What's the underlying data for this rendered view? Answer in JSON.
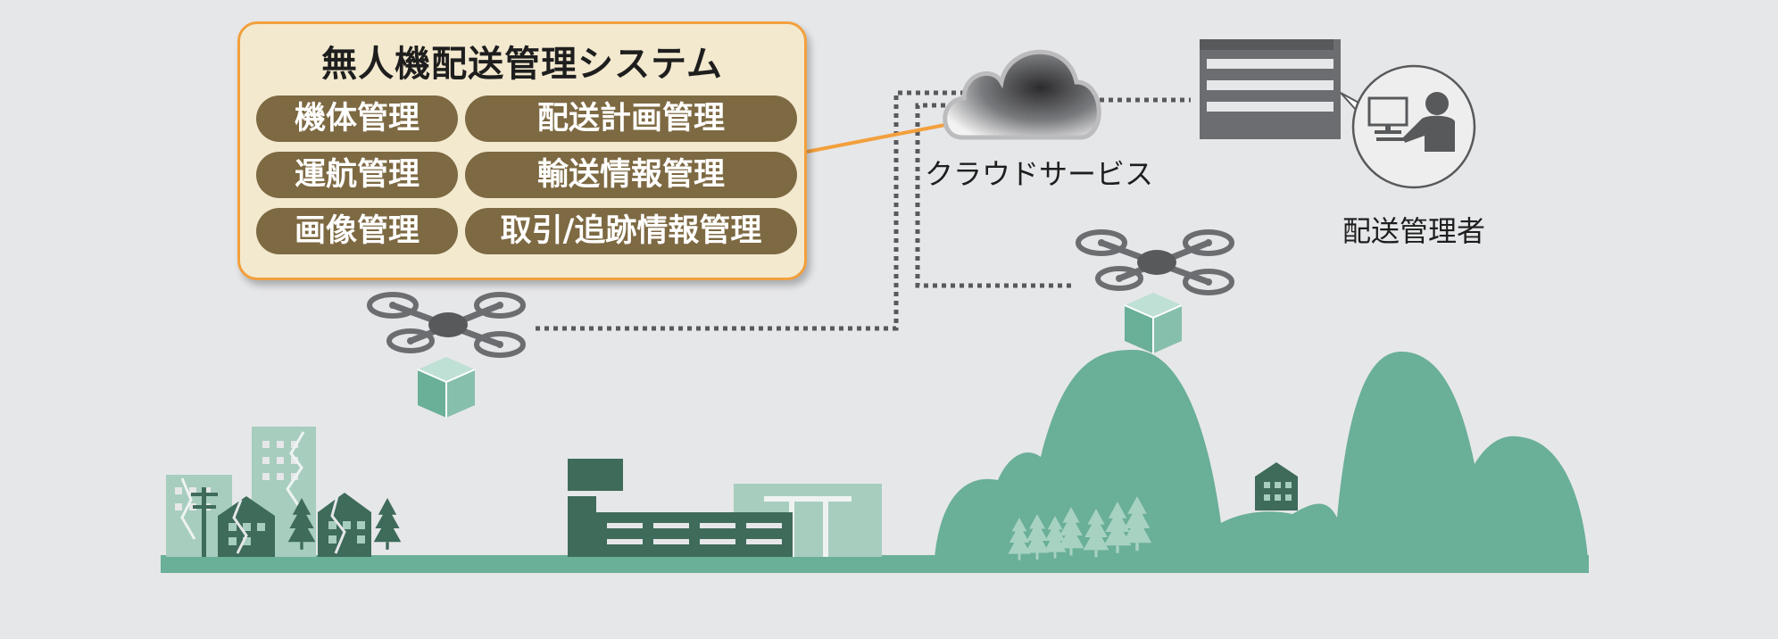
{
  "system_panel": {
    "title": "無人機配送管理システム",
    "modules": [
      "機体管理",
      "配送計画管理",
      "運航管理",
      "輸送情報管理",
      "画像管理",
      "取引/追跡情報管理"
    ]
  },
  "cloud": {
    "label": "クラウドサービス"
  },
  "admin": {
    "label": "配送管理者"
  },
  "colors": {
    "background": "#e6e7e9",
    "panel_fill": "#f3e9cf",
    "panel_border": "#f2a03d",
    "pill_fill": "#7d6942",
    "link_line": "#f2a03d",
    "network_dots": "#58595b",
    "terrain_green": "#6aaf98",
    "dark_green": "#3e6b5a",
    "light_green": "#a7cdbf",
    "drone_gray": "#6c6d70"
  },
  "icons": {
    "cloud": "cloud-icon",
    "server": "server-icon",
    "admin": "person-at-computer-icon",
    "drone": "quadcopter-drone-icon",
    "package": "package-box-icon"
  }
}
